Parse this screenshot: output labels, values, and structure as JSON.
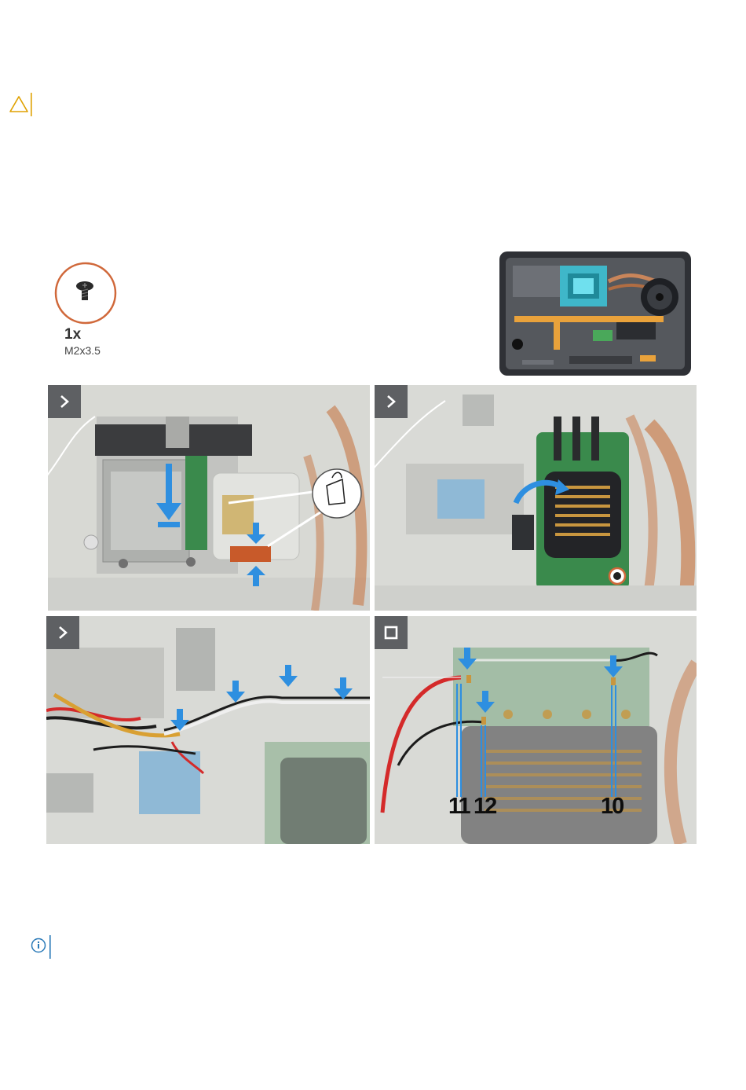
{
  "caution": {
    "icon": "caution-triangle-icon",
    "color": "#e0a100"
  },
  "note": {
    "icon": "info-circle-icon",
    "color": "#2a7ab8"
  },
  "screw": {
    "quantity": "1x",
    "type": "M2x3.5",
    "ring_color": "#d0683a"
  },
  "overview": {
    "icon": "laptop-overview-image"
  },
  "steps": [
    {
      "icon": "chevron-right-icon"
    },
    {
      "icon": "chevron-right-icon"
    },
    {
      "icon": "chevron-right-icon"
    },
    {
      "icon": "stop-square-icon"
    }
  ],
  "step4_callouts": {
    "a": "11",
    "b": "12",
    "c": "10"
  },
  "colors": {
    "arrow": "#2e8fe0",
    "copper": "#c9855a",
    "pcb_green": "#3a8a4c",
    "tag": "#5e6063"
  }
}
